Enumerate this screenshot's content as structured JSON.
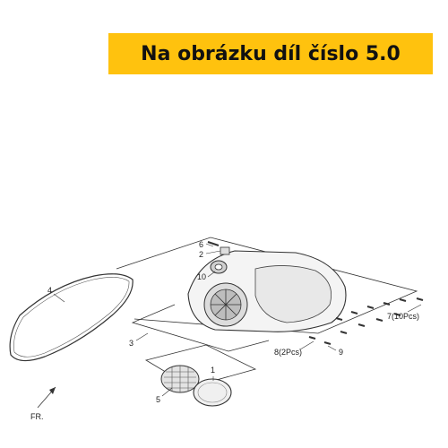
{
  "banner": {
    "text": "Na obrázku díl číslo 5.0",
    "background": "#ffc20e"
  },
  "diagram": {
    "labels": {
      "p1": "1",
      "p2": "2",
      "p3": "3",
      "p4": "4",
      "p5": "5",
      "p6": "6",
      "p7": "7(10Pcs)",
      "p8": "8(2Pcs)",
      "p9": "9",
      "p10": "10",
      "front": "FR."
    },
    "line_color": "#333333"
  }
}
